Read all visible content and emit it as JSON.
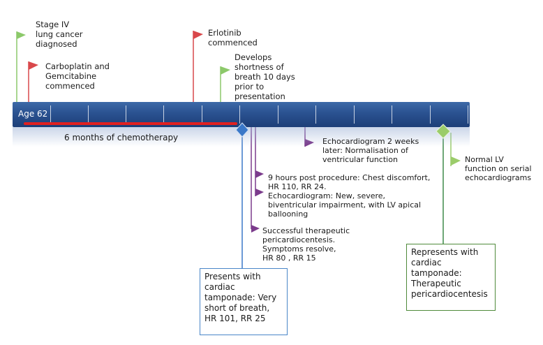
{
  "timeline": {
    "start_label": "Age 62",
    "chemo_label": "6 months of chemotherapy",
    "colors": {
      "bar": "#2a5190",
      "chemo": "#e02020",
      "green_flag": "#8cc96a",
      "red_flag": "#d9484b",
      "purple_flag": "#7b3b8c",
      "blue_marker": "#3a78c8",
      "green_marker": "#9bcc6a"
    }
  },
  "events": {
    "stage_iv": "Stage IV\nlung cancer\ndiagnosed",
    "carboplatin": "Carboplatin and\nGemcitabine\ncommenced",
    "erlotinib": "Erlotinib\ncommenced",
    "sob": "Develops\nshortness of\nbreath 10 days\nprior to\npresentation",
    "echo_2wk": "Echocardiogram 2 weeks\nlater: Normalisation of\nventricular function",
    "normal_lv": "Normal LV\nfunction on serial\nechocardiograms",
    "post_9h": "9 hours post procedure: Chest discomfort,\nHR 110, RR 24.",
    "echo_new": "Echocardiogram: New, severe,\nbiventricular impairment, with LV apical\nballooning",
    "pericardio": "Successful therapeutic\npericardiocentesis.\nSymptoms resolve,\nHR 80 , RR 15",
    "presents": "Presents with\ncardiac\ntamponade: Very\nshort of breath,\nHR  101, RR 25",
    "represents": "Represents with\ncardiac\ntamponade:\nTherapeutic\npericardiocentesis"
  }
}
